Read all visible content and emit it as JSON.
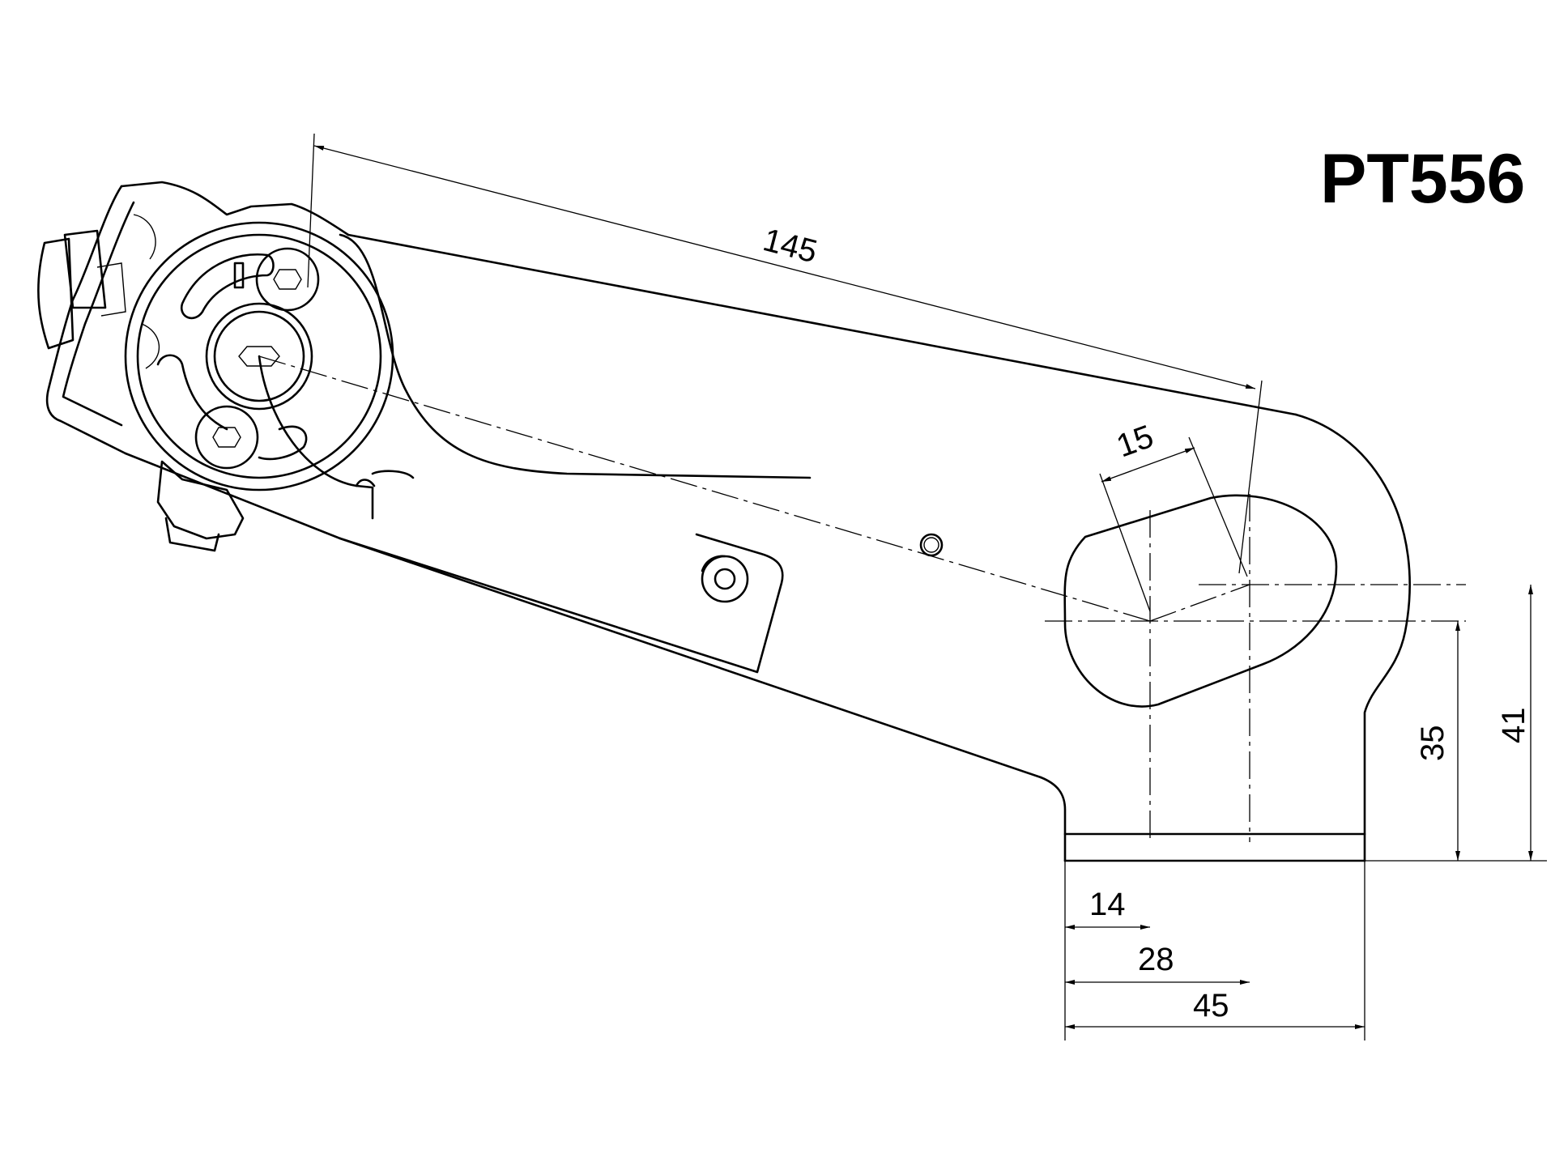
{
  "part_number": "PT556",
  "dimensions": {
    "length_145": "145",
    "slot_15": "15",
    "height_35": "35",
    "height_41": "41",
    "offset_14": "14",
    "offset_28": "28",
    "width_45": "45"
  }
}
